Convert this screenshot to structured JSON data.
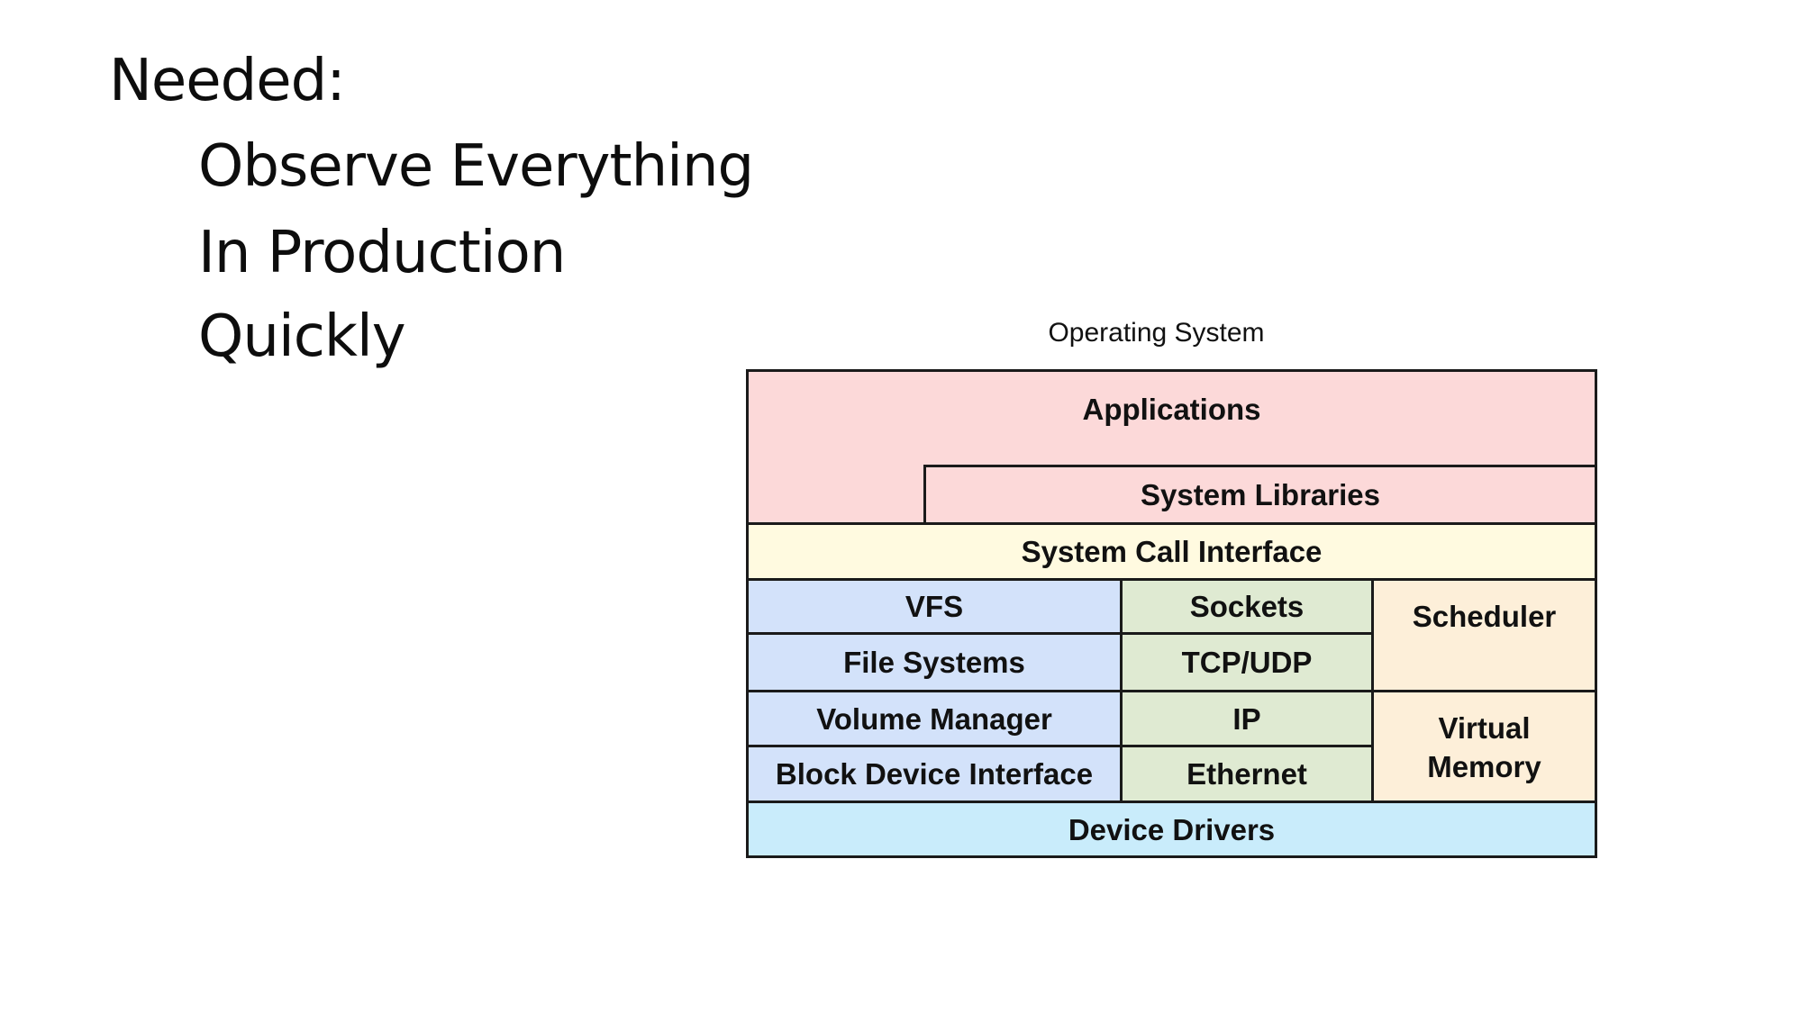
{
  "slide": {
    "heading": "Needed:",
    "bullets": [
      "Observe Everything",
      "In Production",
      "Quickly"
    ]
  },
  "diagram": {
    "title": "Operating System",
    "colors": {
      "applications": "#fcd9d9",
      "system_call_interface": "#fffae0",
      "storage_stack": "#d3e2fa",
      "network_stack": "#dfead2",
      "scheduler_memory": "#fdefd9",
      "device_drivers": "#c9ecfb",
      "border": "#1a1a1a"
    },
    "layers": {
      "applications": "Applications",
      "system_libraries": "System Libraries",
      "system_call_interface": "System Call Interface",
      "storage": [
        "VFS",
        "File Systems",
        "Volume Manager",
        "Block Device Interface"
      ],
      "network": [
        "Sockets",
        "TCP/UDP",
        "IP",
        "Ethernet"
      ],
      "scheduler": "Scheduler",
      "virtual_memory": "Virtual Memory",
      "device_drivers": "Device Drivers"
    }
  }
}
